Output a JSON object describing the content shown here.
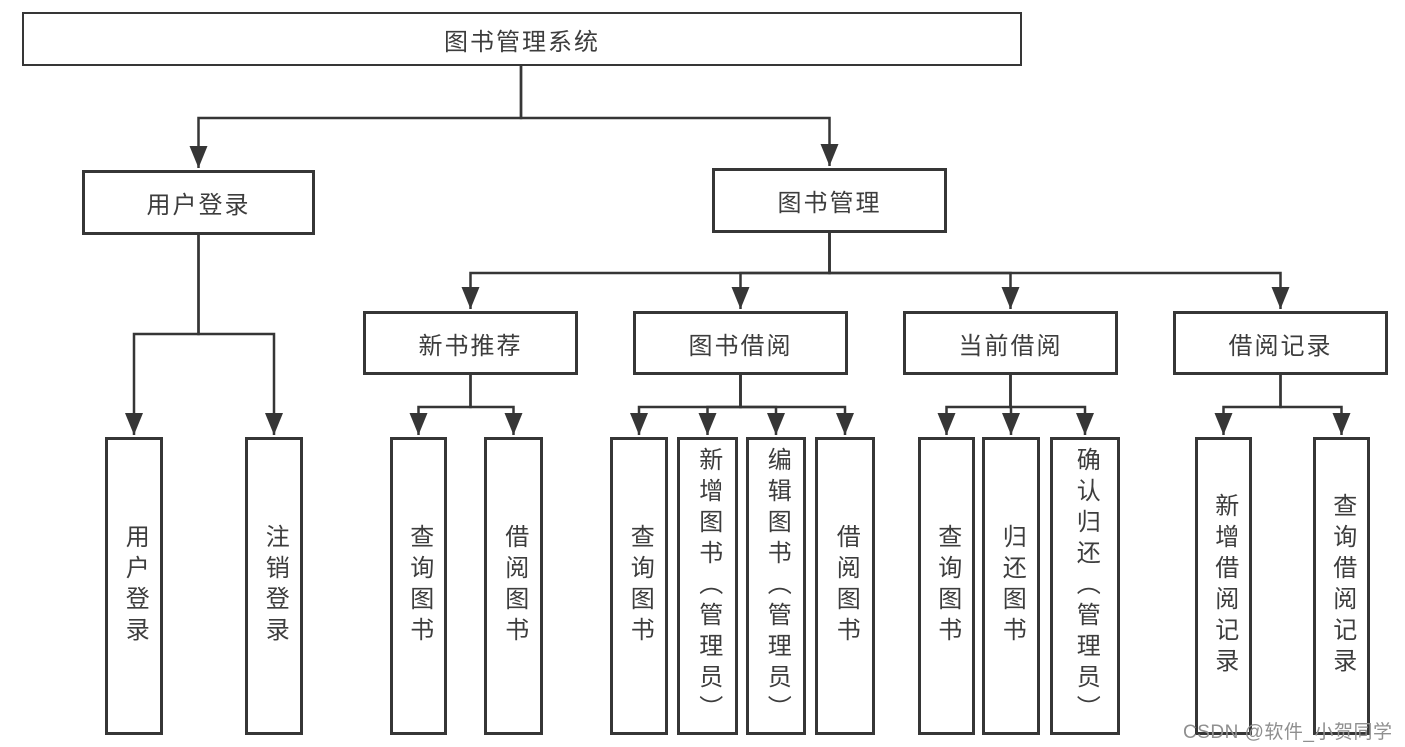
{
  "diagram": {
    "type": "hierarchy-tree",
    "title": "图书管理系统",
    "watermark": "CSDN @软件_小贺同学",
    "colors": {
      "line": "#363636",
      "box_border": "#363636",
      "box_fill": "#ffffff",
      "text": "#3d3d3d",
      "watermark": "#8f8f8f",
      "background": "#ffffff"
    },
    "nodes": {
      "root": {
        "label": "图书管理系统",
        "level": 1
      },
      "user_login": {
        "label": "用户登录",
        "level": 2
      },
      "book_mgmt": {
        "label": "图书管理",
        "level": 2
      },
      "new_book_rec": {
        "label": "新书推荐",
        "level": 3
      },
      "book_borrow": {
        "label": "图书借阅",
        "level": 3
      },
      "current_borrow": {
        "label": "当前借阅",
        "level": 3
      },
      "borrow_records": {
        "label": "借阅记录",
        "level": 3
      },
      "leaf_user_login": {
        "label": "用户登录",
        "level": 4
      },
      "leaf_logout": {
        "label": "注销登录",
        "level": 4
      },
      "leaf_rec_query": {
        "label": "查询图书",
        "level": 4
      },
      "leaf_rec_borrow": {
        "label": "借阅图书",
        "level": 4
      },
      "leaf_bb_query": {
        "label": "查询图书",
        "level": 4
      },
      "leaf_bb_add": {
        "label": "新增图书（管理员）",
        "level": 4
      },
      "leaf_bb_edit": {
        "label": "编辑图书（管理员）",
        "level": 4
      },
      "leaf_bb_borrow": {
        "label": "借阅图书",
        "level": 4
      },
      "leaf_cb_query": {
        "label": "查询图书",
        "level": 4
      },
      "leaf_cb_return": {
        "label": "归还图书",
        "level": 4
      },
      "leaf_cb_confirm": {
        "label": "确认归还（管理员）",
        "level": 4
      },
      "leaf_br_add_record": {
        "label": "新增借阅记录",
        "level": 4
      },
      "leaf_br_query_record": {
        "label": "查询借阅记录",
        "level": 4
      }
    },
    "edges": [
      {
        "from": "root",
        "to": "user_login"
      },
      {
        "from": "root",
        "to": "book_mgmt"
      },
      {
        "from": "user_login",
        "to": "leaf_user_login"
      },
      {
        "from": "user_login",
        "to": "leaf_logout"
      },
      {
        "from": "book_mgmt",
        "to": "new_book_rec"
      },
      {
        "from": "book_mgmt",
        "to": "book_borrow"
      },
      {
        "from": "book_mgmt",
        "to": "current_borrow"
      },
      {
        "from": "book_mgmt",
        "to": "borrow_records"
      },
      {
        "from": "new_book_rec",
        "to": "leaf_rec_query"
      },
      {
        "from": "new_book_rec",
        "to": "leaf_rec_borrow"
      },
      {
        "from": "book_borrow",
        "to": "leaf_bb_query"
      },
      {
        "from": "book_borrow",
        "to": "leaf_bb_add"
      },
      {
        "from": "book_borrow",
        "to": "leaf_bb_edit"
      },
      {
        "from": "book_borrow",
        "to": "leaf_bb_borrow"
      },
      {
        "from": "current_borrow",
        "to": "leaf_cb_query"
      },
      {
        "from": "current_borrow",
        "to": "leaf_cb_return"
      },
      {
        "from": "current_borrow",
        "to": "leaf_cb_confirm"
      },
      {
        "from": "borrow_records",
        "to": "leaf_br_add_record"
      },
      {
        "from": "borrow_records",
        "to": "leaf_br_query_record"
      }
    ]
  }
}
